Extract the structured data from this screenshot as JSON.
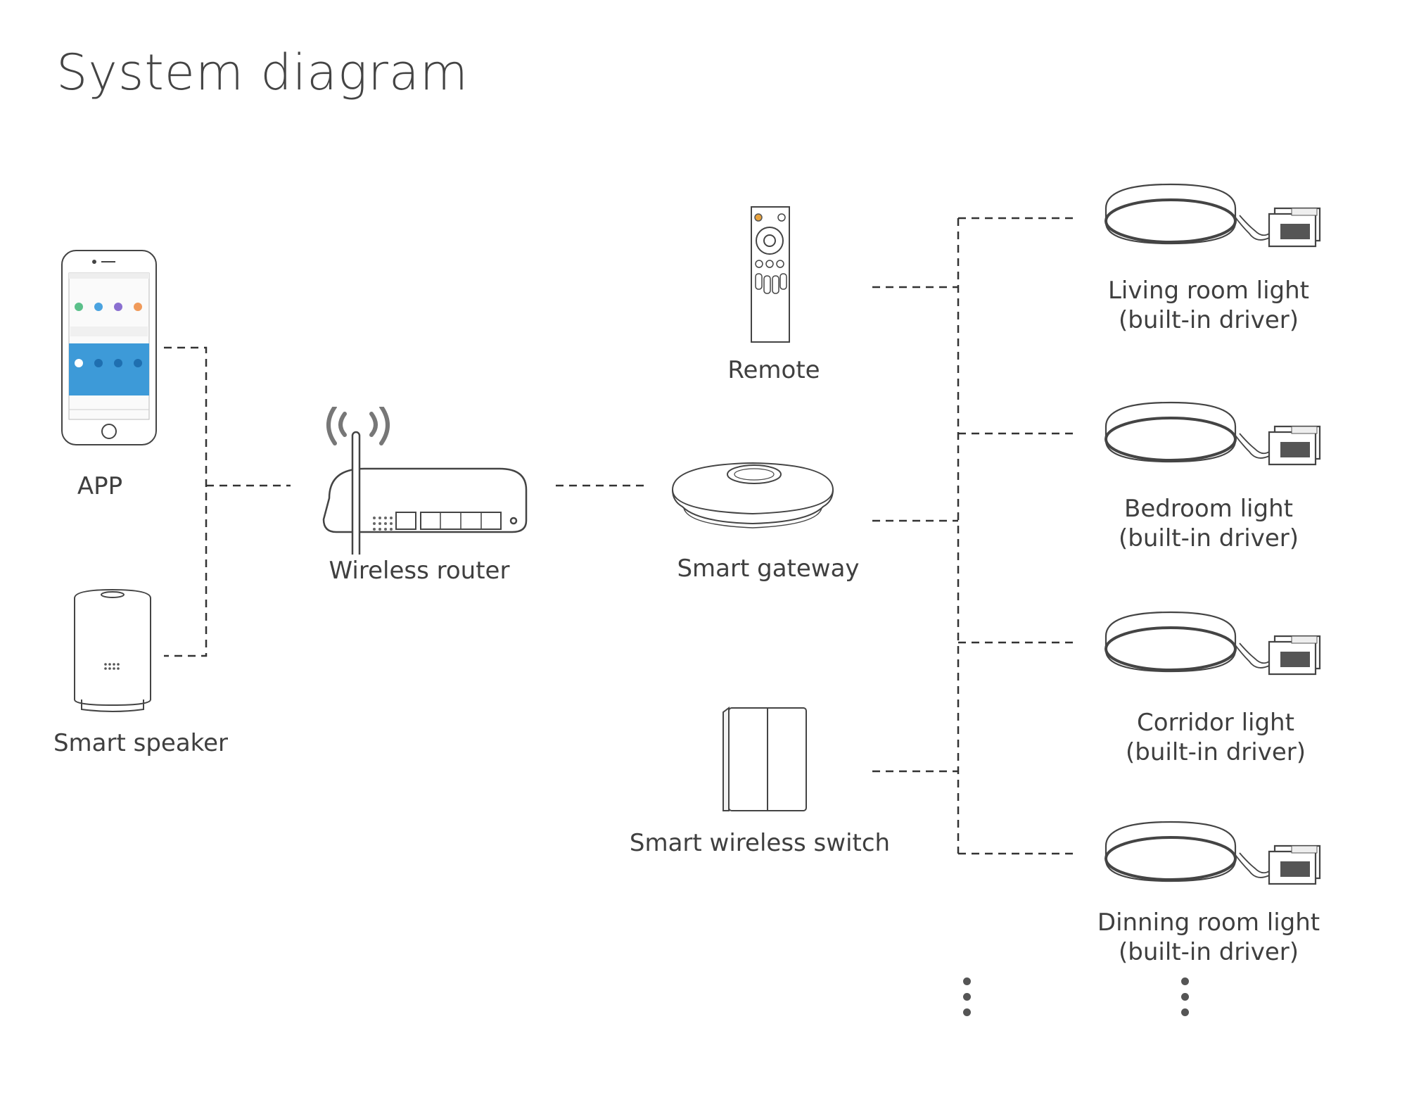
{
  "title": "System diagram",
  "nodes": {
    "app": {
      "label": "APP"
    },
    "speaker": {
      "label": "Smart speaker"
    },
    "router": {
      "label": "Wireless router"
    },
    "remote": {
      "label": "Remote"
    },
    "gateway": {
      "label": "Smart gateway"
    },
    "switch": {
      "label": "Smart wireless switch"
    }
  },
  "lights": [
    {
      "name": "Living room light",
      "note": "(built-in driver)"
    },
    {
      "name": "Bedroom light",
      "note": "(built-in driver)"
    },
    {
      "name": "Corridor light",
      "note": "(built-in driver)"
    },
    {
      "name": "Dinning room light",
      "note": "(built-in driver)"
    }
  ],
  "colors": {
    "line": "#333333",
    "text": "#3f3f3f",
    "screen_blue": "#3d9ad8",
    "remote_button_accent": "#e8a23c"
  }
}
